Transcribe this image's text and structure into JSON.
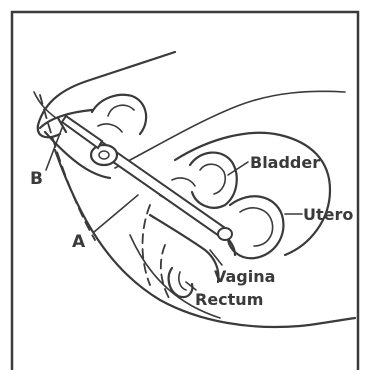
{
  "labels": {
    "bladder": "Bladder",
    "utero": "Utero",
    "vagina": "Vagina",
    "rectum": "Rectum",
    "a": "A",
    "b": "B"
  }
}
